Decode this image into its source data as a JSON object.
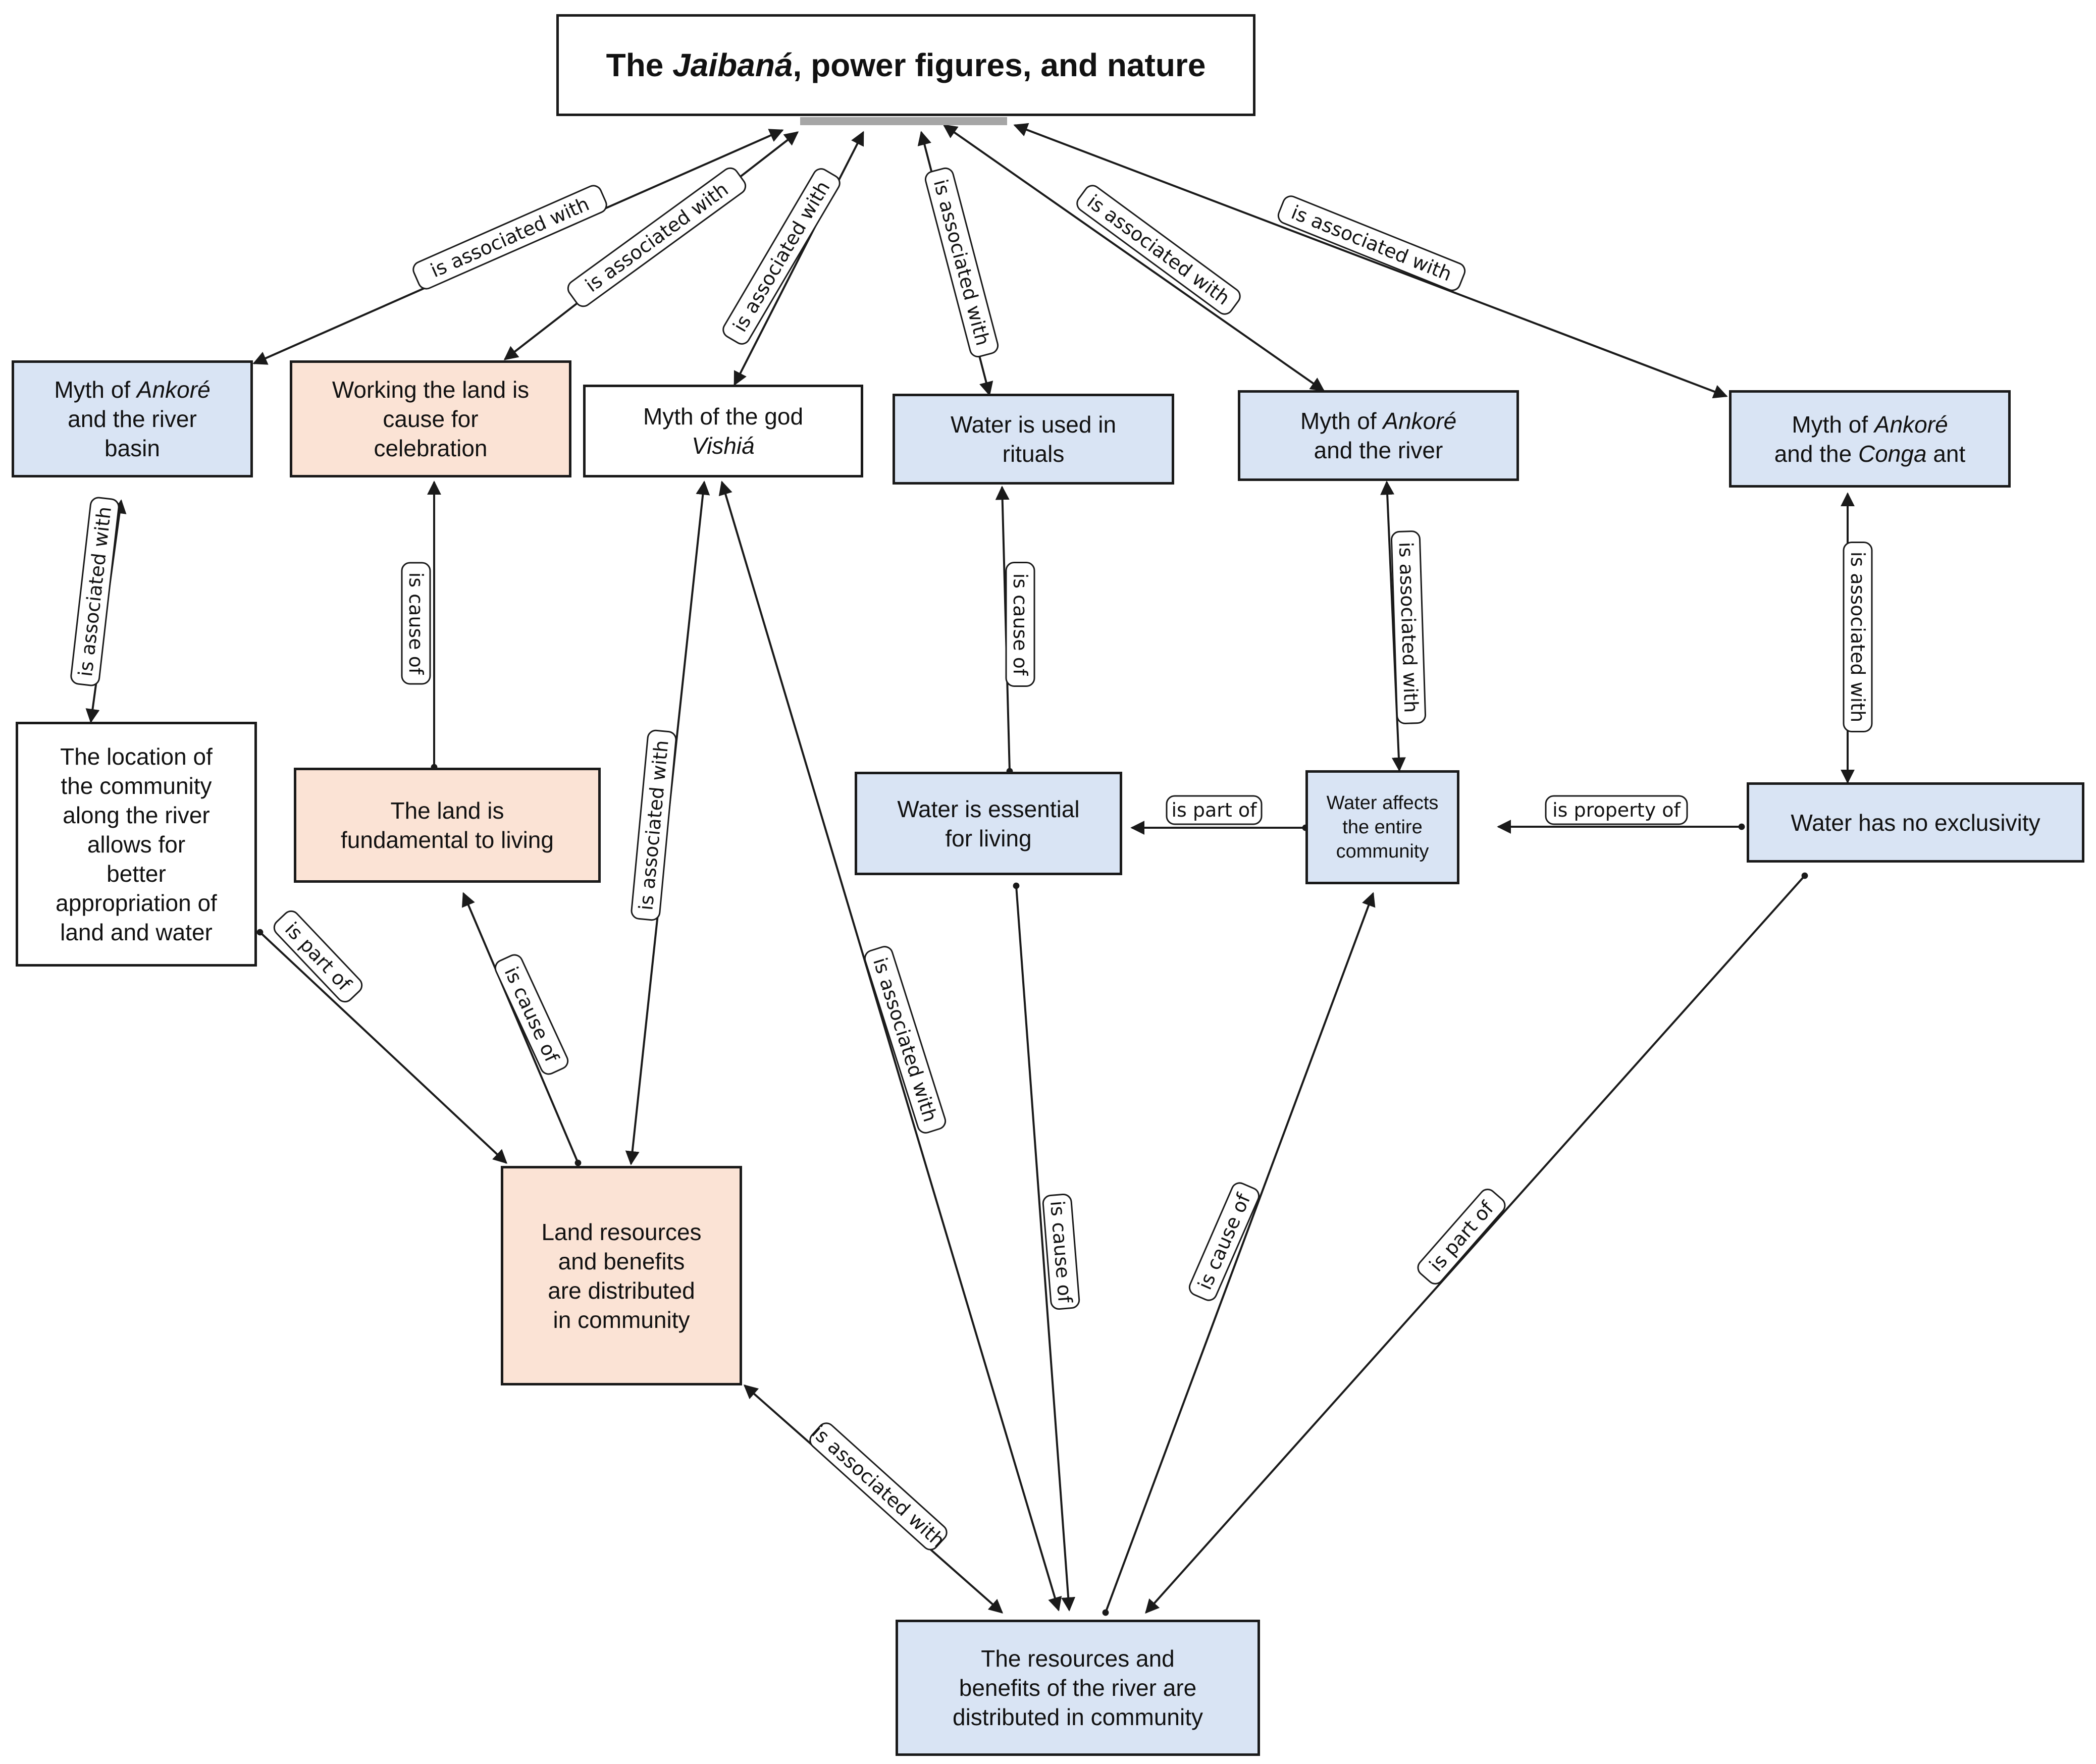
{
  "nodes": {
    "title": {
      "pre": "The ",
      "italic": "Jaibaná",
      "post": ", power figures, and nature"
    },
    "myth_ankore_basin": {
      "pre": "Myth of ",
      "italic": "Ankoré",
      "post": "\nand the river\nbasin"
    },
    "working_land": {
      "text": "Working the land is\ncause for\ncelebration"
    },
    "myth_vishia": {
      "pre": "Myth of the god\n",
      "italic": "Vishiá",
      "post": ""
    },
    "water_rituals": {
      "text": "Water is used in\nrituals"
    },
    "myth_ankore_river": {
      "pre": "Myth of ",
      "italic": "Ankoré",
      "post": "\nand the river"
    },
    "myth_conga": {
      "pre": "Myth of ",
      "italic": "Ankoré",
      "post": "\nand the ",
      "italic2": "Conga",
      "post2": " ant"
    },
    "location": {
      "text": "The location of\nthe community\nalong the river\nallows for\nbetter\nappropriation of\nland and water"
    },
    "land_fundamental": {
      "text": "The land is\nfundamental to living"
    },
    "water_essential": {
      "text": "Water is essential\nfor living"
    },
    "water_affects": {
      "text": "Water affects\nthe entire\ncommunity"
    },
    "water_exclusivity": {
      "text": "Water has no exclusivity"
    },
    "land_resources": {
      "text": "Land resources\nand benefits\nare distributed\nin community"
    },
    "river_resources": {
      "text": "The resources and\nbenefits of the river are\ndistributed in community"
    }
  },
  "edges": [
    {
      "label": "is associated with"
    },
    {
      "label": "is associated with"
    },
    {
      "label": "is associated with"
    },
    {
      "label": "is associated with"
    },
    {
      "label": "is associated with"
    },
    {
      "label": "is associated with"
    },
    {
      "label": "is associated with"
    },
    {
      "label": "is cause of"
    },
    {
      "label": "is associated with"
    },
    {
      "label": "is associated with"
    },
    {
      "label": "is cause of"
    },
    {
      "label": "is associated with"
    },
    {
      "label": "is associated with"
    },
    {
      "label": "is part of"
    },
    {
      "label": "is cause of"
    },
    {
      "label": "is associated with"
    },
    {
      "label": "is part of"
    },
    {
      "label": "is property of"
    },
    {
      "label": "is cause of"
    },
    {
      "label": "is cause of"
    },
    {
      "label": "is part of"
    }
  ]
}
